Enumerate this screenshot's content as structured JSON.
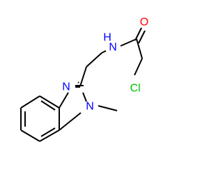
{
  "molecule": {
    "atoms": {
      "carbonyl_oxygen": {
        "symbol": "O",
        "color": "#ff0000"
      },
      "amide_nitrogen": {
        "symbol": "N",
        "color": "#0000ff"
      },
      "amide_hydrogen": {
        "symbol": "H",
        "color": "#0000ff"
      },
      "chlorine": {
        "symbol": "Cl",
        "color": "#00c000"
      },
      "imidazole_nitrogen": {
        "symbol": "N",
        "color": "#0000ff"
      },
      "methyl_nitrogen": {
        "symbol": "N",
        "color": "#0000ff"
      }
    },
    "bond_color": "#000000"
  }
}
